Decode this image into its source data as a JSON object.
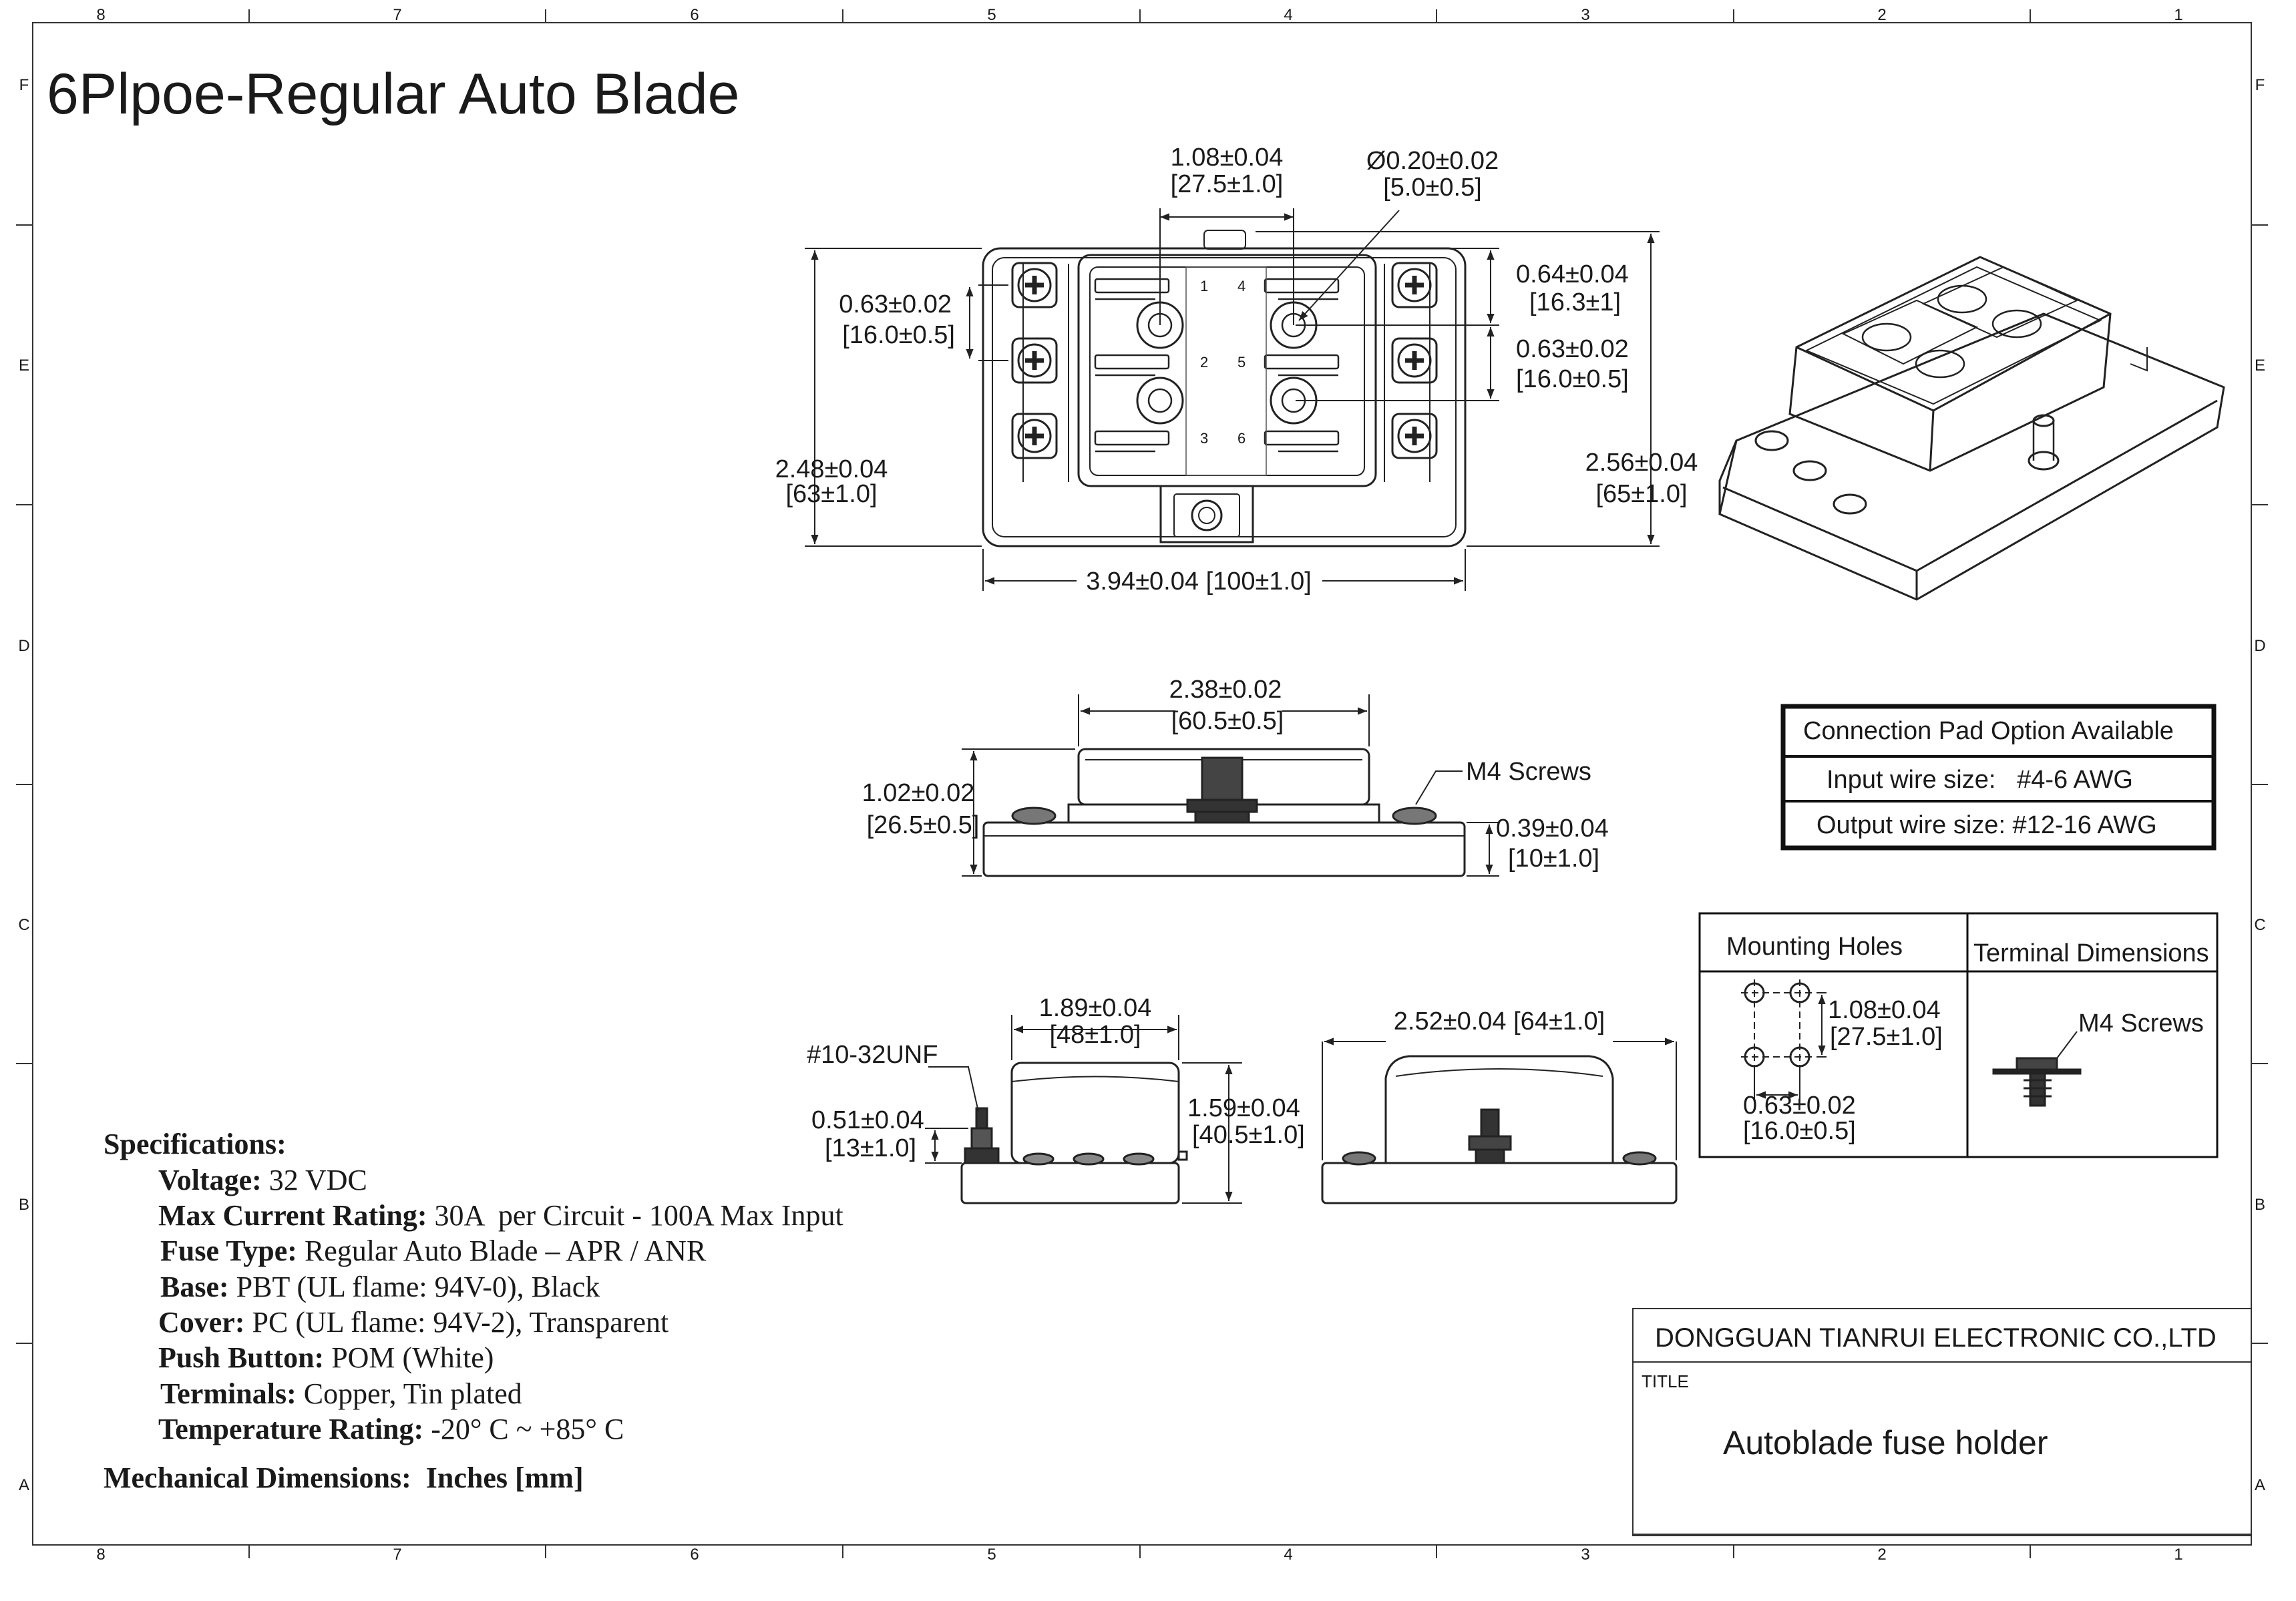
{
  "title": "6Plpoe-Regular Auto Blade",
  "grid": {
    "columns": [
      "8",
      "7",
      "6",
      "5",
      "4",
      "3",
      "2",
      "1"
    ],
    "rows": [
      "F",
      "E",
      "D",
      "C",
      "B",
      "A"
    ]
  },
  "top_view": {
    "dim_top_width": [
      "1.08±0.04",
      "[27.5±1.0]"
    ],
    "dim_hole": [
      "Ø0.20±0.02",
      "[5.0±0.5]"
    ],
    "dim_left_pitch": [
      "0.63±0.02",
      "[16.0±0.5]"
    ],
    "dim_right_top": [
      "0.64±0.04",
      "[16.3±1]"
    ],
    "dim_right_pitch": [
      "0.63±0.02",
      "[16.0±0.5]"
    ],
    "dim_height_left": [
      "2.48±0.04",
      "[63±1.0]"
    ],
    "dim_height_right": [
      "2.56±0.04",
      "[65±1.0]"
    ],
    "dim_width": "3.94±0.04 [100±1.0]",
    "slot_labels": [
      "1",
      "4",
      "2",
      "5",
      "3",
      "6"
    ]
  },
  "front_view": {
    "dim_cover_width": [
      "2.38±0.02",
      "[60.5±0.5]"
    ],
    "dim_height": [
      "1.02±0.02",
      "[26.5±0.5]"
    ],
    "dim_base": [
      "0.39±0.04",
      "[10±1.0]"
    ],
    "screws_label": "M4 Screws"
  },
  "side_view": {
    "dim_width": [
      "1.89±0.04",
      "[48±1.0]"
    ],
    "thread_label": "#10-32UNF",
    "dim_stud": [
      "0.51±0.04",
      "[13±1.0]"
    ],
    "dim_height": [
      "1.59±0.04",
      "[40.5±1.0]"
    ]
  },
  "end_view": {
    "dim_width": "2.52±0.04 [64±1.0]"
  },
  "connection_pad": {
    "heading": "Connection Pad Option Available",
    "rows": [
      "Input wire size:   #4-6 AWG",
      "Output wire size: #12-16 AWG"
    ]
  },
  "mounting_table": {
    "col1_heading": "Mounting Holes",
    "col2_heading": "Terminal Dimensions",
    "dim_vertical": [
      "1.08±0.04",
      "[27.5±1.0]"
    ],
    "dim_horizontal": [
      "0.63±0.02",
      "[16.0±0.5]"
    ],
    "screws_label": "M4 Screws"
  },
  "specifications": {
    "heading": "Specifications:",
    "items": [
      {
        "key": "Voltage:",
        "value": " 32 VDC"
      },
      {
        "key": "Max Current Rating:",
        "value": " 30A  per Circuit - 100A Max Input"
      },
      {
        "key": "Fuse Type:",
        "value": " Regular Auto Blade – APR / ANR"
      },
      {
        "key": "Base:",
        "value": " PBT (UL flame: 94V-0), Black"
      },
      {
        "key": "Cover:",
        "value": " PC (UL flame: 94V-2), Transparent"
      },
      {
        "key": "Push Button:",
        "value": " POM (White)"
      },
      {
        "key": "Terminals:",
        "value": " Copper, Tin plated"
      },
      {
        "key": "Temperature Rating:",
        "value": " -20° C ~ +85° C"
      }
    ],
    "footer": "Mechanical Dimensions:  Inches [mm]"
  },
  "title_block": {
    "company": "DONGGUAN TIANRUI ELECTRONIC CO.,LTD",
    "title_label": "TITLE",
    "title_value": "Autoblade fuse holder"
  }
}
